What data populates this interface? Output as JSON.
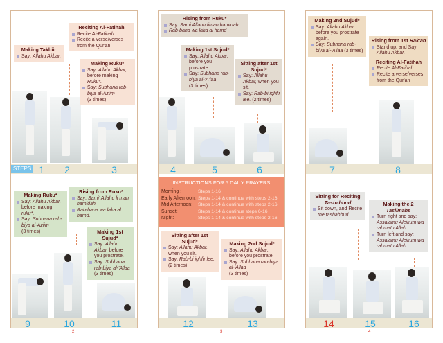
{
  "steps_label": "STEPS",
  "steps": [
    "1",
    "2",
    "3",
    "4",
    "5",
    "6",
    "7",
    "8",
    "9",
    "10",
    "11",
    "12",
    "13",
    "14",
    "15",
    "16"
  ],
  "highlight_steps": [
    "14"
  ],
  "page_numbers": [
    "2",
    "3",
    "4"
  ],
  "colors": {
    "step_number": "#2aa6df",
    "step_highlight": "#d9362b",
    "instructions_bg": "#f28f70",
    "bar": "#ece6d3"
  },
  "boxes": [
    {
      "title": [
        {
          "t": "Making Takbiir"
        }
      ],
      "lines": [
        {
          "b": true,
          "s": [
            {
              "t": "Say: "
            },
            {
              "t": "Allahu Akbar.",
              "i": true
            }
          ]
        }
      ]
    },
    {
      "title": [
        {
          "t": "Reciting Al-Fatihah"
        }
      ],
      "lines": [
        {
          "b": true,
          "s": [
            {
              "t": "Recite "
            },
            {
              "t": "Al-Fatihah",
              "i": true
            }
          ]
        },
        {
          "b": true,
          "s": [
            {
              "t": "Recite a verse/verses"
            }
          ]
        },
        {
          "b": false,
          "s": [
            {
              "t": "from the Qur'an"
            }
          ]
        }
      ]
    },
    {
      "title": [
        {
          "t": "Making Ruku*"
        }
      ],
      "lines": [
        {
          "b": true,
          "s": [
            {
              "t": "Say: "
            },
            {
              "t": "Allahu Akbar,",
              "i": true
            },
            {
              "t": " before making "
            },
            {
              "t": "Ruku*.",
              "i": true
            }
          ]
        },
        {
          "b": true,
          "s": [
            {
              "t": "Say: "
            },
            {
              "t": "Subhana rab-biya al-Aziim",
              "i": true
            }
          ]
        },
        {
          "b": false,
          "s": [
            {
              "t": "(3 times)"
            }
          ]
        }
      ]
    },
    {
      "title": [
        {
          "t": "Rising from Ruku*"
        }
      ],
      "lines": [
        {
          "b": true,
          "s": [
            {
              "t": "Say: "
            },
            {
              "t": "Sami Allahu liman hamidah",
              "i": true
            }
          ]
        },
        {
          "b": true,
          "s": [
            {
              "t": "Rab-bana wa laka al hamd",
              "i": true
            }
          ]
        }
      ]
    },
    {
      "title": [
        {
          "t": "Making 1st Sujud*"
        }
      ],
      "lines": [
        {
          "b": true,
          "s": [
            {
              "t": "Say: "
            },
            {
              "t": "Allahu Akbar,",
              "i": true
            },
            {
              "t": " before you prostrate"
            }
          ]
        },
        {
          "b": true,
          "s": [
            {
              "t": "Say: "
            },
            {
              "t": "Subhana rab-biya al-'A'laa",
              "i": true
            }
          ]
        },
        {
          "b": false,
          "s": [
            {
              "t": "(3 times)"
            }
          ]
        }
      ]
    },
    {
      "title": [
        {
          "t": "Sitting after 1st Sujud*"
        }
      ],
      "lines": [
        {
          "b": true,
          "s": [
            {
              "t": "Say: "
            },
            {
              "t": "Allahu Akbar,",
              "i": true
            },
            {
              "t": " when you sit."
            }
          ]
        },
        {
          "b": true,
          "s": [
            {
              "t": "Say: "
            },
            {
              "t": "Rab-bi ighfir lee.",
              "i": true
            },
            {
              "t": " (2 times)"
            }
          ]
        }
      ]
    },
    {
      "title": [
        {
          "t": "Making 2nd Sujud*"
        }
      ],
      "lines": [
        {
          "b": true,
          "s": [
            {
              "t": "Say: "
            },
            {
              "t": "Allahu Akbar,",
              "i": true
            },
            {
              "t": " before you prostrate again."
            }
          ]
        },
        {
          "b": true,
          "s": [
            {
              "t": "Say: "
            },
            {
              "t": "Subhana rab-biya al-'A'laa",
              "i": true
            },
            {
              "t": " (3 times)"
            }
          ]
        }
      ]
    },
    {
      "title": [
        {
          "t": "Rising from 1st "
        },
        {
          "t": "Rak'ah",
          "i": true
        }
      ],
      "lines": [
        {
          "b": true,
          "s": [
            {
              "t": "Stand up, and Say: "
            },
            {
              "t": "Allahu Akbar.",
              "i": true
            }
          ]
        },
        {
          "h": "Reciting Al-Fatihah"
        },
        {
          "b": true,
          "s": [
            {
              "t": "Recite Al-Fatihah.",
              "i": true
            }
          ]
        },
        {
          "b": true,
          "s": [
            {
              "t": "Recite a verse/verses"
            }
          ]
        },
        {
          "b": false,
          "s": [
            {
              "t": "from the Qur'an"
            }
          ]
        }
      ]
    },
    {
      "title": [
        {
          "t": "Making Ruku*"
        }
      ],
      "lines": [
        {
          "b": true,
          "s": [
            {
              "t": "Say: "
            },
            {
              "t": "Allahu Akbar,",
              "i": true
            },
            {
              "t": " before making "
            },
            {
              "t": "ruku*.",
              "i": true
            }
          ]
        },
        {
          "b": true,
          "s": [
            {
              "t": "Say: "
            },
            {
              "t": "Subhana rab-biya al-Aziim",
              "i": true
            }
          ]
        },
        {
          "b": false,
          "s": [
            {
              "t": "(3 times)"
            }
          ]
        }
      ]
    },
    {
      "title": [
        {
          "t": "Rising from Ruku*"
        }
      ],
      "lines": [
        {
          "b": true,
          "s": [
            {
              "t": "Say: "
            },
            {
              "t": "Sami' Allahu li man hamidah",
              "i": true
            }
          ]
        },
        {
          "b": true,
          "s": [
            {
              "t": "Rab-bana wa laka al hamd.",
              "i": true
            }
          ]
        }
      ]
    },
    {
      "title": [
        {
          "t": "Making 1st Sujud*"
        }
      ],
      "lines": [
        {
          "b": true,
          "s": [
            {
              "t": "Say: "
            },
            {
              "t": "Allahu Akbar,",
              "i": true
            },
            {
              "t": " before you prostrate."
            }
          ]
        },
        {
          "b": true,
          "s": [
            {
              "t": "Say: "
            },
            {
              "t": "Subhana rab-biya al-'A'laa",
              "i": true
            },
            {
              "t": " (3 times)"
            }
          ]
        }
      ]
    },
    {
      "title": [
        {
          "t": "Sitting after 1st Sujud*"
        }
      ],
      "lines": [
        {
          "b": true,
          "s": [
            {
              "t": "Say: "
            },
            {
              "t": "Allahu Akbar,",
              "i": true
            },
            {
              "t": " when you sit."
            }
          ]
        },
        {
          "b": true,
          "s": [
            {
              "t": "Say: "
            },
            {
              "t": "Rab-bi ighfir lee.",
              "i": true
            }
          ]
        },
        {
          "b": false,
          "s": [
            {
              "t": "(2 times)"
            }
          ]
        }
      ]
    },
    {
      "title": [
        {
          "t": "Making 2nd Sujud*"
        }
      ],
      "lines": [
        {
          "b": true,
          "s": [
            {
              "t": "Say: "
            },
            {
              "t": "Allahu Akbar,",
              "i": true
            },
            {
              "t": " before you prostrate."
            }
          ]
        },
        {
          "b": true,
          "s": [
            {
              "t": "Say: "
            },
            {
              "t": "Subhana rab-biya al-'A'laa",
              "i": true
            }
          ]
        },
        {
          "b": false,
          "s": [
            {
              "t": "(3 times)"
            }
          ]
        }
      ]
    },
    {
      "title": [
        {
          "t": "Sitting for Reciting "
        },
        {
          "t": "Tashahhud",
          "i": true
        }
      ],
      "lines": [
        {
          "b": true,
          "s": [
            {
              "t": "Sit down, and Recite "
            },
            {
              "t": "the tashahhud",
              "i": true
            }
          ]
        }
      ]
    },
    {
      "title": [
        {
          "t": "Making the 2 "
        },
        {
          "t": "Taslimahs",
          "i": true
        }
      ],
      "lines": [
        {
          "b": true,
          "s": [
            {
              "t": "Turn right and say: "
            },
            {
              "t": "Assalamu Aleikum wa rahmatu Allah",
              "i": true
            }
          ]
        },
        {
          "b": true,
          "s": [
            {
              "t": "Turn left and say: "
            },
            {
              "t": "Assalamu Aleikum wa rahmatu Allah",
              "i": true
            }
          ]
        }
      ]
    }
  ],
  "instructions": {
    "title": "INSTRUCTIONS FOR 5 DAILY PRAYERS",
    "rows": [
      {
        "label": "Morning :",
        "value": "Steps 1-16"
      },
      {
        "label": "Early Afternoon:",
        "value": "Steps 1-14 & continue with steps 2-16"
      },
      {
        "label": "Mid Afternoon:",
        "value": "Steps 1-14 & continue with steps 2-16"
      },
      {
        "label": "Sunset:",
        "value": "Steps 1-14 & continue steps 6-16"
      },
      {
        "label": "Night:",
        "value": "Steps 1-14 & continue with steps 2-16"
      }
    ]
  }
}
